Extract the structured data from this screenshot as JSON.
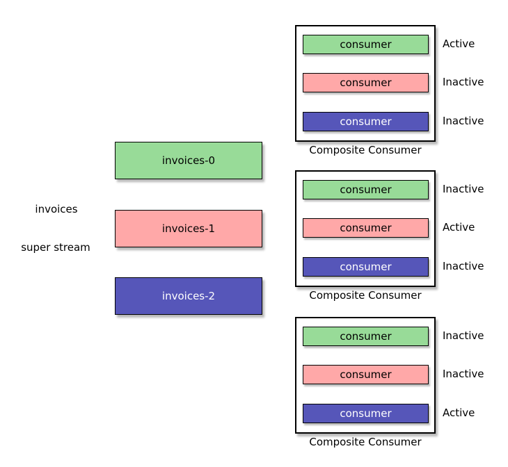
{
  "diagram": {
    "stream": {
      "line1": "invoices",
      "line2": "super stream"
    },
    "partitions": [
      {
        "label": "invoices-0",
        "color": "#98DB98",
        "text_color": "#000000"
      },
      {
        "label": "invoices-1",
        "color": "#FFA8A8",
        "text_color": "#000000"
      },
      {
        "label": "invoices-2",
        "color": "#5656B9",
        "text_color": "#FFFFFF"
      }
    ],
    "composites": [
      {
        "caption": "Composite Consumer",
        "consumers": [
          {
            "label": "consumer",
            "color": "#98DB98",
            "state": "Active"
          },
          {
            "label": "consumer",
            "color": "#FFA8A8",
            "state": "Inactive"
          },
          {
            "label": "consumer",
            "color": "#5656B9",
            "state": "Inactive"
          }
        ]
      },
      {
        "caption": "Composite Consumer",
        "consumers": [
          {
            "label": "consumer",
            "color": "#98DB98",
            "state": "Inactive"
          },
          {
            "label": "consumer",
            "color": "#FFA8A8",
            "state": "Active"
          },
          {
            "label": "consumer",
            "color": "#5656B9",
            "state": "Inactive"
          }
        ]
      },
      {
        "caption": "Composite Consumer",
        "consumers": [
          {
            "label": "consumer",
            "color": "#98DB98",
            "state": "Inactive"
          },
          {
            "label": "consumer",
            "color": "#FFA8A8",
            "state": "Inactive"
          },
          {
            "label": "consumer",
            "color": "#5656B9",
            "state": "Active"
          }
        ]
      }
    ],
    "colors": {
      "green": "#98DB98",
      "pink": "#FFA8A8",
      "blue": "#5656B9",
      "border": "#000000",
      "background": "#FFFFFF"
    }
  }
}
